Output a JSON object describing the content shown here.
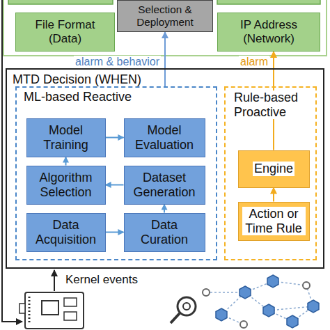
{
  "diagram": {
    "nodes": [
      {
        "text": [
          "Selection & Deployment"
        ]
      },
      {
        "text": [
          "File Format (Data)"
        ]
      },
      {
        "text": [
          "IP Address (Network)"
        ]
      },
      {
        "text": [
          "MTD Decision (WHEN)"
        ]
      },
      {
        "text": [
          "ML-based Reactive"
        ],
        "in": 3
      },
      {
        "text": [
          "Model Training"
        ],
        "in": 4
      },
      {
        "text": [
          "Model Evaluation"
        ],
        "in": 4
      },
      {
        "text": [
          "Algorithm Selection"
        ],
        "in": 4
      },
      {
        "text": [
          "Dataset Generation"
        ],
        "in": 4
      },
      {
        "text": [
          "Data Acquisition"
        ],
        "in": 4
      },
      {
        "text": [
          "Data Curation"
        ],
        "in": 4
      },
      {
        "text": [
          "Rule-based Proactive"
        ],
        "in": 3
      },
      {
        "text": [
          "Engine"
        ],
        "in": 11
      },
      {
        "text": [
          "Action or Time Rule"
        ],
        "in": 11
      }
    ],
    "edges": [
      {
        "from": 9,
        "to": 10,
        "arrow": "to"
      },
      {
        "from": 10,
        "to": 8,
        "arrow": "to"
      },
      {
        "from": 8,
        "to": 7,
        "arrow": "to"
      },
      {
        "from": 7,
        "to": 5,
        "arrow": "to"
      },
      {
        "from": 5,
        "to": 6,
        "arrow": "to"
      },
      {
        "from": 13,
        "to": 12,
        "arrow": "to"
      },
      {
        "from": 12,
        "to": 2,
        "label": "alarm",
        "arrow": "to"
      },
      {
        "from": 4,
        "to": 0,
        "label": "alarm & behavior",
        "arrow": "to"
      }
    ],
    "labels": [
      "Kernel events"
    ]
  }
}
